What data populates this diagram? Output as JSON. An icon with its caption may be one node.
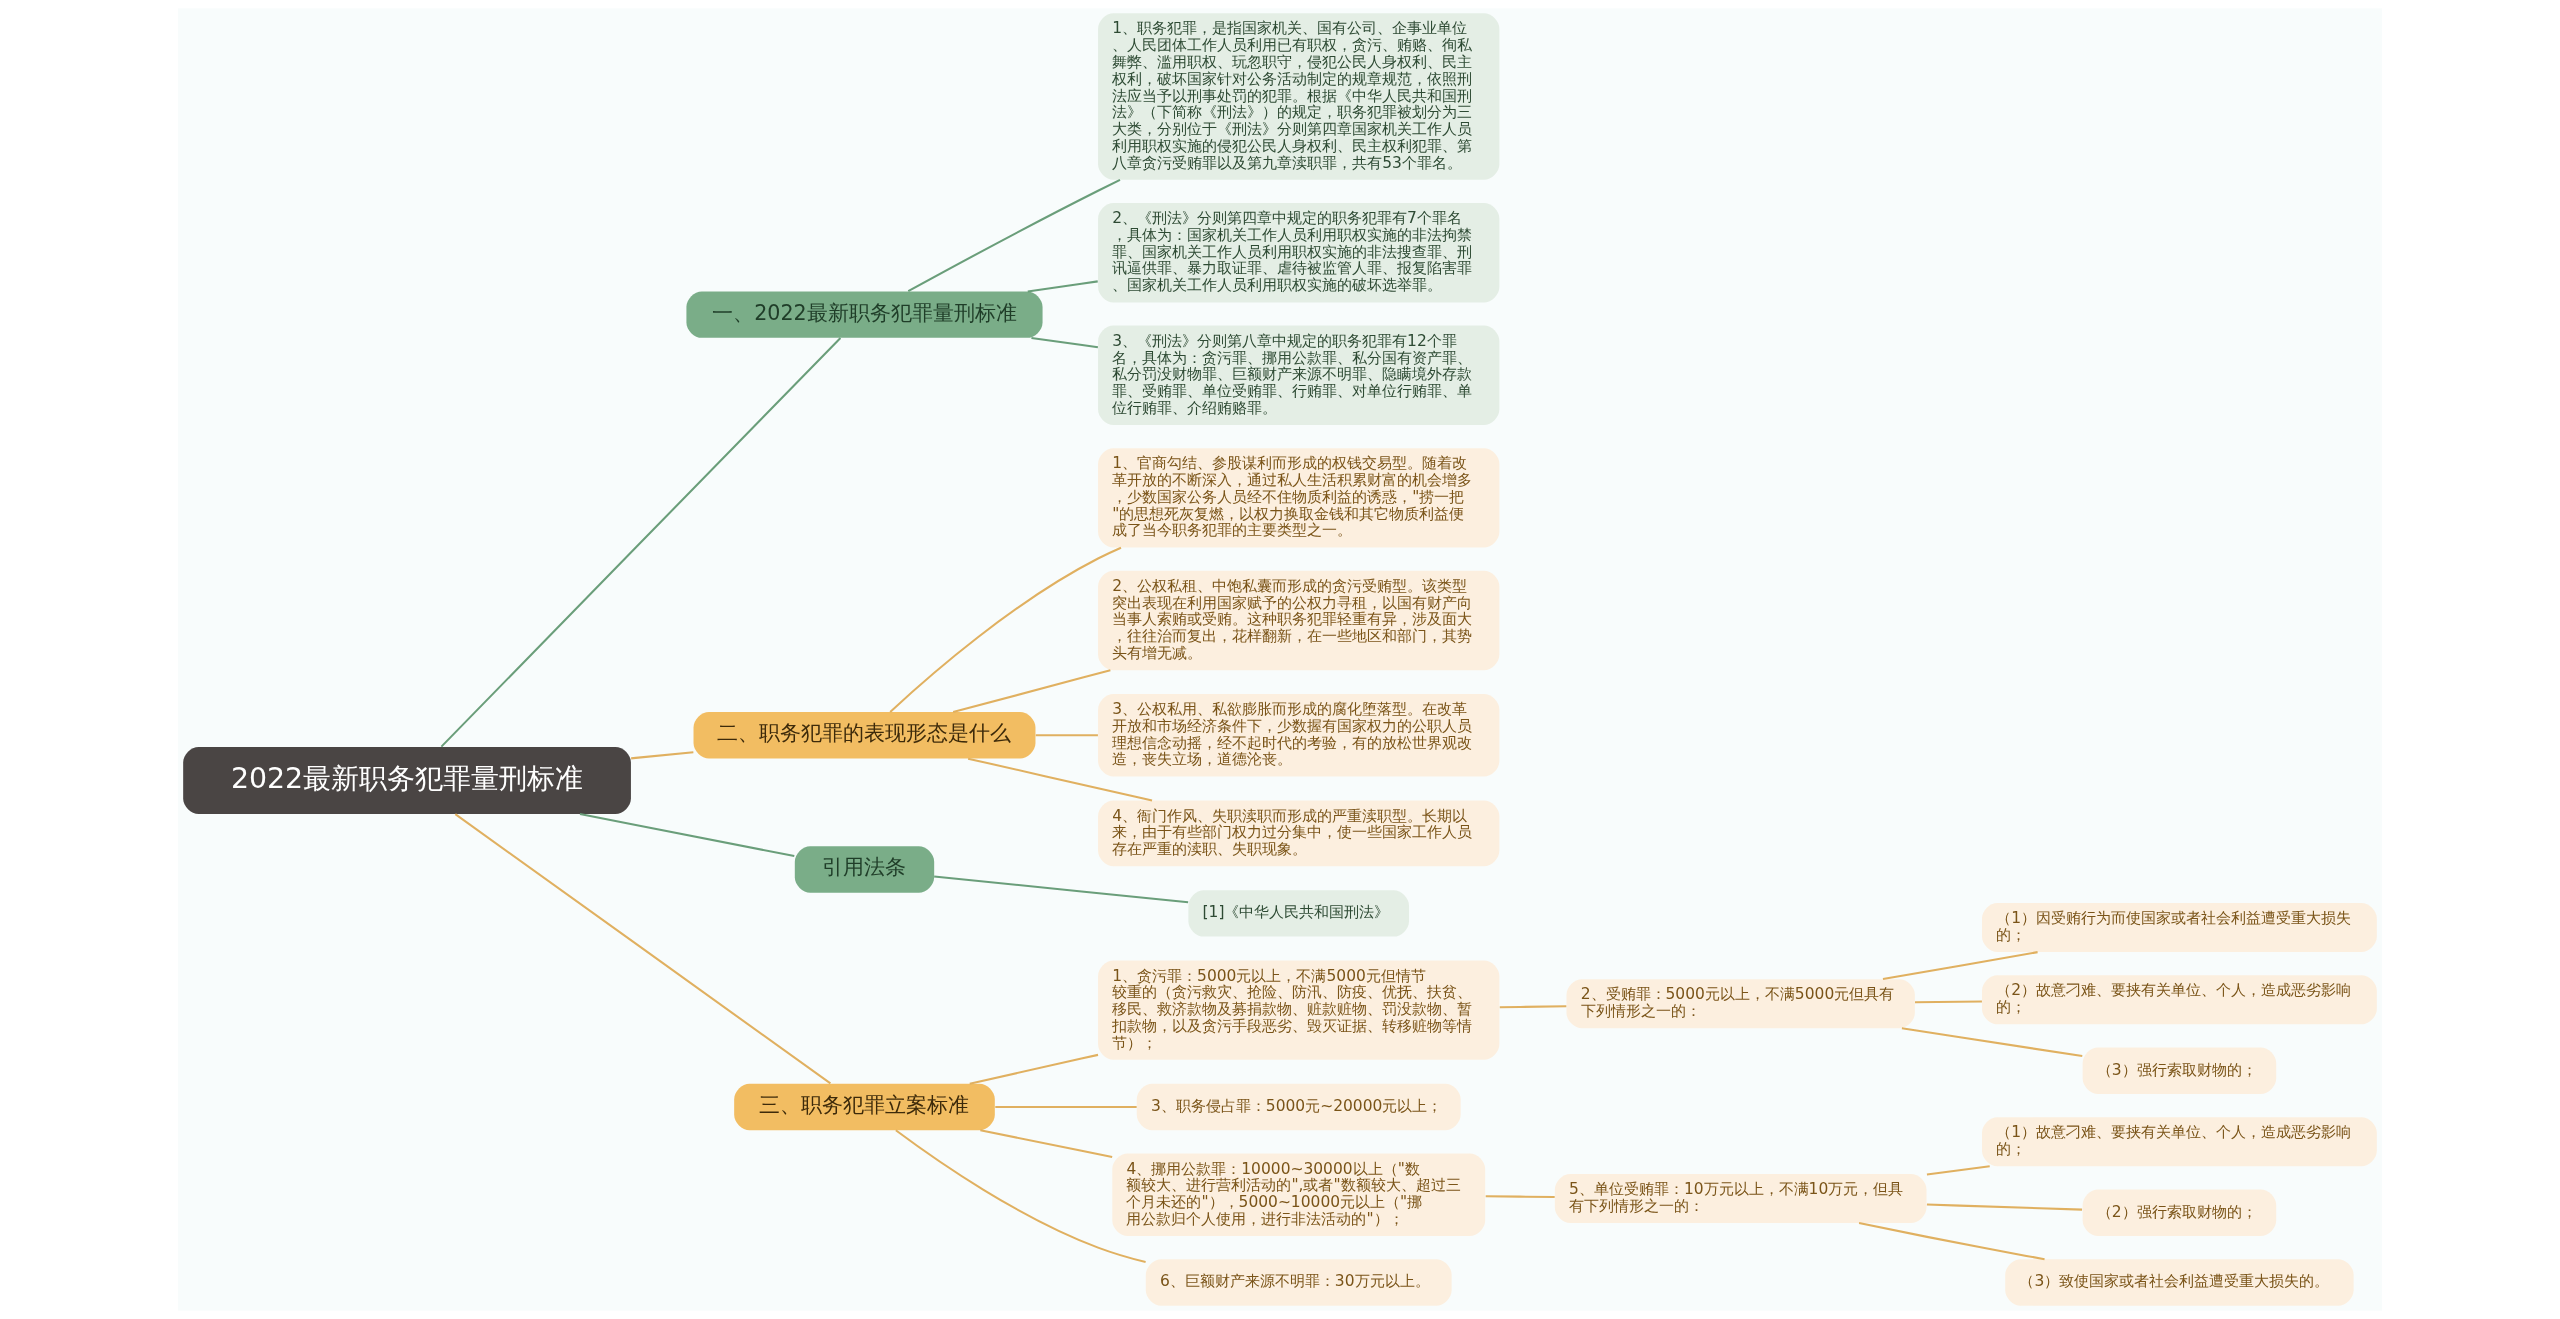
{
  "diagram": {
    "nodes": [
      {
        "text": [
          "2022最新职务犯罪量刑标准"
        ]
      },
      {
        "text": [
          "一、2022最新职务犯罪量刑标准"
        ]
      },
      {
        "text": [
          "1、职务犯罪，是指国家机关、国有公司、企事业单位、人民团体工作人员利用已有职权，贪污、贿赂、徇私舞弊、滥用职权、玩忽职守，侵犯公民人身权利、民主权利，破坏国家针对公务活动制定的规章规范，依照刑法应当予以刑事处罚的犯罪。根据《中华人民共和国刑法》（下简称《刑法》）的规定，职务犯罪被划分为三大类，分别位于《刑法》分则第四章国家机关工作人员利用职权实施的侵犯公民人身权利、民主权利犯罪、第八章贪污受贿罪以及第九章渎职罪，共有53个罪名。"
        ]
      },
      {
        "text": [
          "2、《刑法》分则第四章中规定的职务犯罪有7个罪名，具体为：国家机关工作人员利用职权实施的非法拘禁罪、国家机关工作人员利用职权实施的非法搜查罪、刑讯逼供罪、暴力取证罪、虐待被监管人罪、报复陷害罪、国家机关工作人员利用职权实施的破坏选举罪。"
        ]
      },
      {
        "text": [
          "3、《刑法》分则第八章中规定的职务犯罪有12个罪名，具体为：贪污罪、挪用公款罪、私分国有资产罪、私分罚没财物罪、巨额财产来源不明罪、隐瞒境外存款罪、受贿罪、单位受贿罪、行贿罪、对单位行贿罪、单位行贿罪、介绍贿赂罪。"
        ]
      },
      {
        "text": [
          "二、职务犯罪的表现形态是什么"
        ]
      },
      {
        "text": [
          "1、官商勾结、参股谋利而形成的权钱交易型。随着改革开放的不断深入，通过私人生活积累财富的机会增多，少数国家公务人员经不住物质利益的诱惑，\"捞一把\"的思想死灰复燃，以权力换取金钱和其它物质利益便成了当今职务犯罪的主要类型之一。"
        ]
      },
      {
        "text": [
          "2、公权私租、中饱私囊而形成的贪污受贿型。该类型突出表现在利用国家赋予的公权力寻租，以国有财产向当事人索贿或受贿。这种职务犯罪轻重有异，涉及面大，往往治而复出，花样翻新，在一些地区和部门，其势头有增无减。"
        ]
      },
      {
        "text": [
          "3、公权私用、私欲膨胀而形成的腐化堕落型。在改革开放和市场经济条件下，少数握有国家权力的公职人员理想信念动摇，经不起时代的考验，有的放松世界观改造，丧失立场，道德沦丧。"
        ]
      },
      {
        "text": [
          "4、衙门作风、失职渎职而形成的严重渎职型。长期以来，由于有些部门权力过分集中，使一些国家工作人员存在严重的渎职、失职现象。"
        ]
      },
      {
        "text": [
          "引用法条"
        ]
      },
      {
        "text": [
          "[1]《中华人民共和国刑法》"
        ]
      },
      {
        "text": [
          "三、职务犯罪立案标准"
        ]
      },
      {
        "text": [
          "1、贪污罪：5000元以上，不满5000元但情节较重的（贪污救灾、抢险、防汛、防疫、优抚、扶贫、移民、救济款物及募捐款物、赃款赃物、罚没款物、暂扣款物，以及贪污手段恶劣、毁灭证据、转移赃物等情节）；"
        ]
      },
      {
        "text": [
          "2、受贿罪：5000元以上，不满5000元但具有下列情形之一的："
        ]
      },
      {
        "text": [
          "（1）因受贿行为而使国家或者社会利益遭受重大损失的；"
        ]
      },
      {
        "text": [
          "（2）故意刁难、要挟有关单位、个人，造成恶劣影响的；"
        ]
      },
      {
        "text": [
          "（3）强行索取财物的；"
        ]
      },
      {
        "text": [
          "3、职务侵占罪：5000元~20000元以上；"
        ]
      },
      {
        "text": [
          "4、挪用公款罪：10000~30000以上（\"数额较大、进行营利活动的\",或者\"数额较大、超过三个月未还的\"），5000~10000元以上（\"挪用公款归个人使用，进行非法活动的\"）；"
        ]
      },
      {
        "text": [
          "5、单位受贿罪：10万元以上，不满10万元，但具有下列情形之一的："
        ]
      },
      {
        "text": [
          "（1）故意刁难、要挟有关单位、个人，造成恶劣影响的；"
        ]
      },
      {
        "text": [
          "（2）强行索取财物的；"
        ]
      },
      {
        "text": [
          "（3）致使国家或者社会利益遭受重大损失的。"
        ]
      },
      {
        "text": [
          "6、巨额财产来源不明罪：30万元以上。"
        ]
      }
    ],
    "edges": [
      {
        "from": 0,
        "to": 1,
        "arrow": "none",
        "color": "#6a9e7a"
      },
      {
        "from": 1,
        "to": 2,
        "arrow": "none",
        "color": "#6a9e7a"
      },
      {
        "from": 1,
        "to": 3,
        "arrow": "none",
        "color": "#6a9e7a"
      },
      {
        "from": 1,
        "to": 4,
        "arrow": "none",
        "color": "#6a9e7a"
      },
      {
        "from": 0,
        "to": 5,
        "arrow": "none"
      },
      {
        "from": 5,
        "to": 6,
        "arrow": "none"
      },
      {
        "from": 5,
        "to": 7,
        "arrow": "none"
      },
      {
        "from": 5,
        "to": 8,
        "arrow": "none"
      },
      {
        "from": 5,
        "to": 9,
        "arrow": "none"
      },
      {
        "from": 0,
        "to": 10,
        "arrow": "none",
        "color": "#6a9e7a"
      },
      {
        "from": 10,
        "to": 11,
        "arrow": "none",
        "color": "#6a9e7a"
      },
      {
        "from": 0,
        "to": 12,
        "arrow": "none"
      },
      {
        "from": 12,
        "to": 13,
        "arrow": "none"
      },
      {
        "from": 13,
        "to": 14,
        "arrow": "none"
      },
      {
        "from": 14,
        "to": 15,
        "arrow": "none"
      },
      {
        "from": 14,
        "to": 16,
        "arrow": "none"
      },
      {
        "from": 14,
        "to": 17,
        "arrow": "none"
      },
      {
        "from": 12,
        "to": 18,
        "arrow": "none"
      },
      {
        "from": 12,
        "to": 19,
        "arrow": "none"
      },
      {
        "from": 19,
        "to": 20,
        "arrow": "none"
      },
      {
        "from": 20,
        "to": 21,
        "arrow": "none"
      },
      {
        "from": 20,
        "to": 22,
        "arrow": "none"
      },
      {
        "from": 20,
        "to": 23,
        "arrow": "none"
      },
      {
        "from": 12,
        "to": 24,
        "arrow": "none"
      }
    ]
  }
}
